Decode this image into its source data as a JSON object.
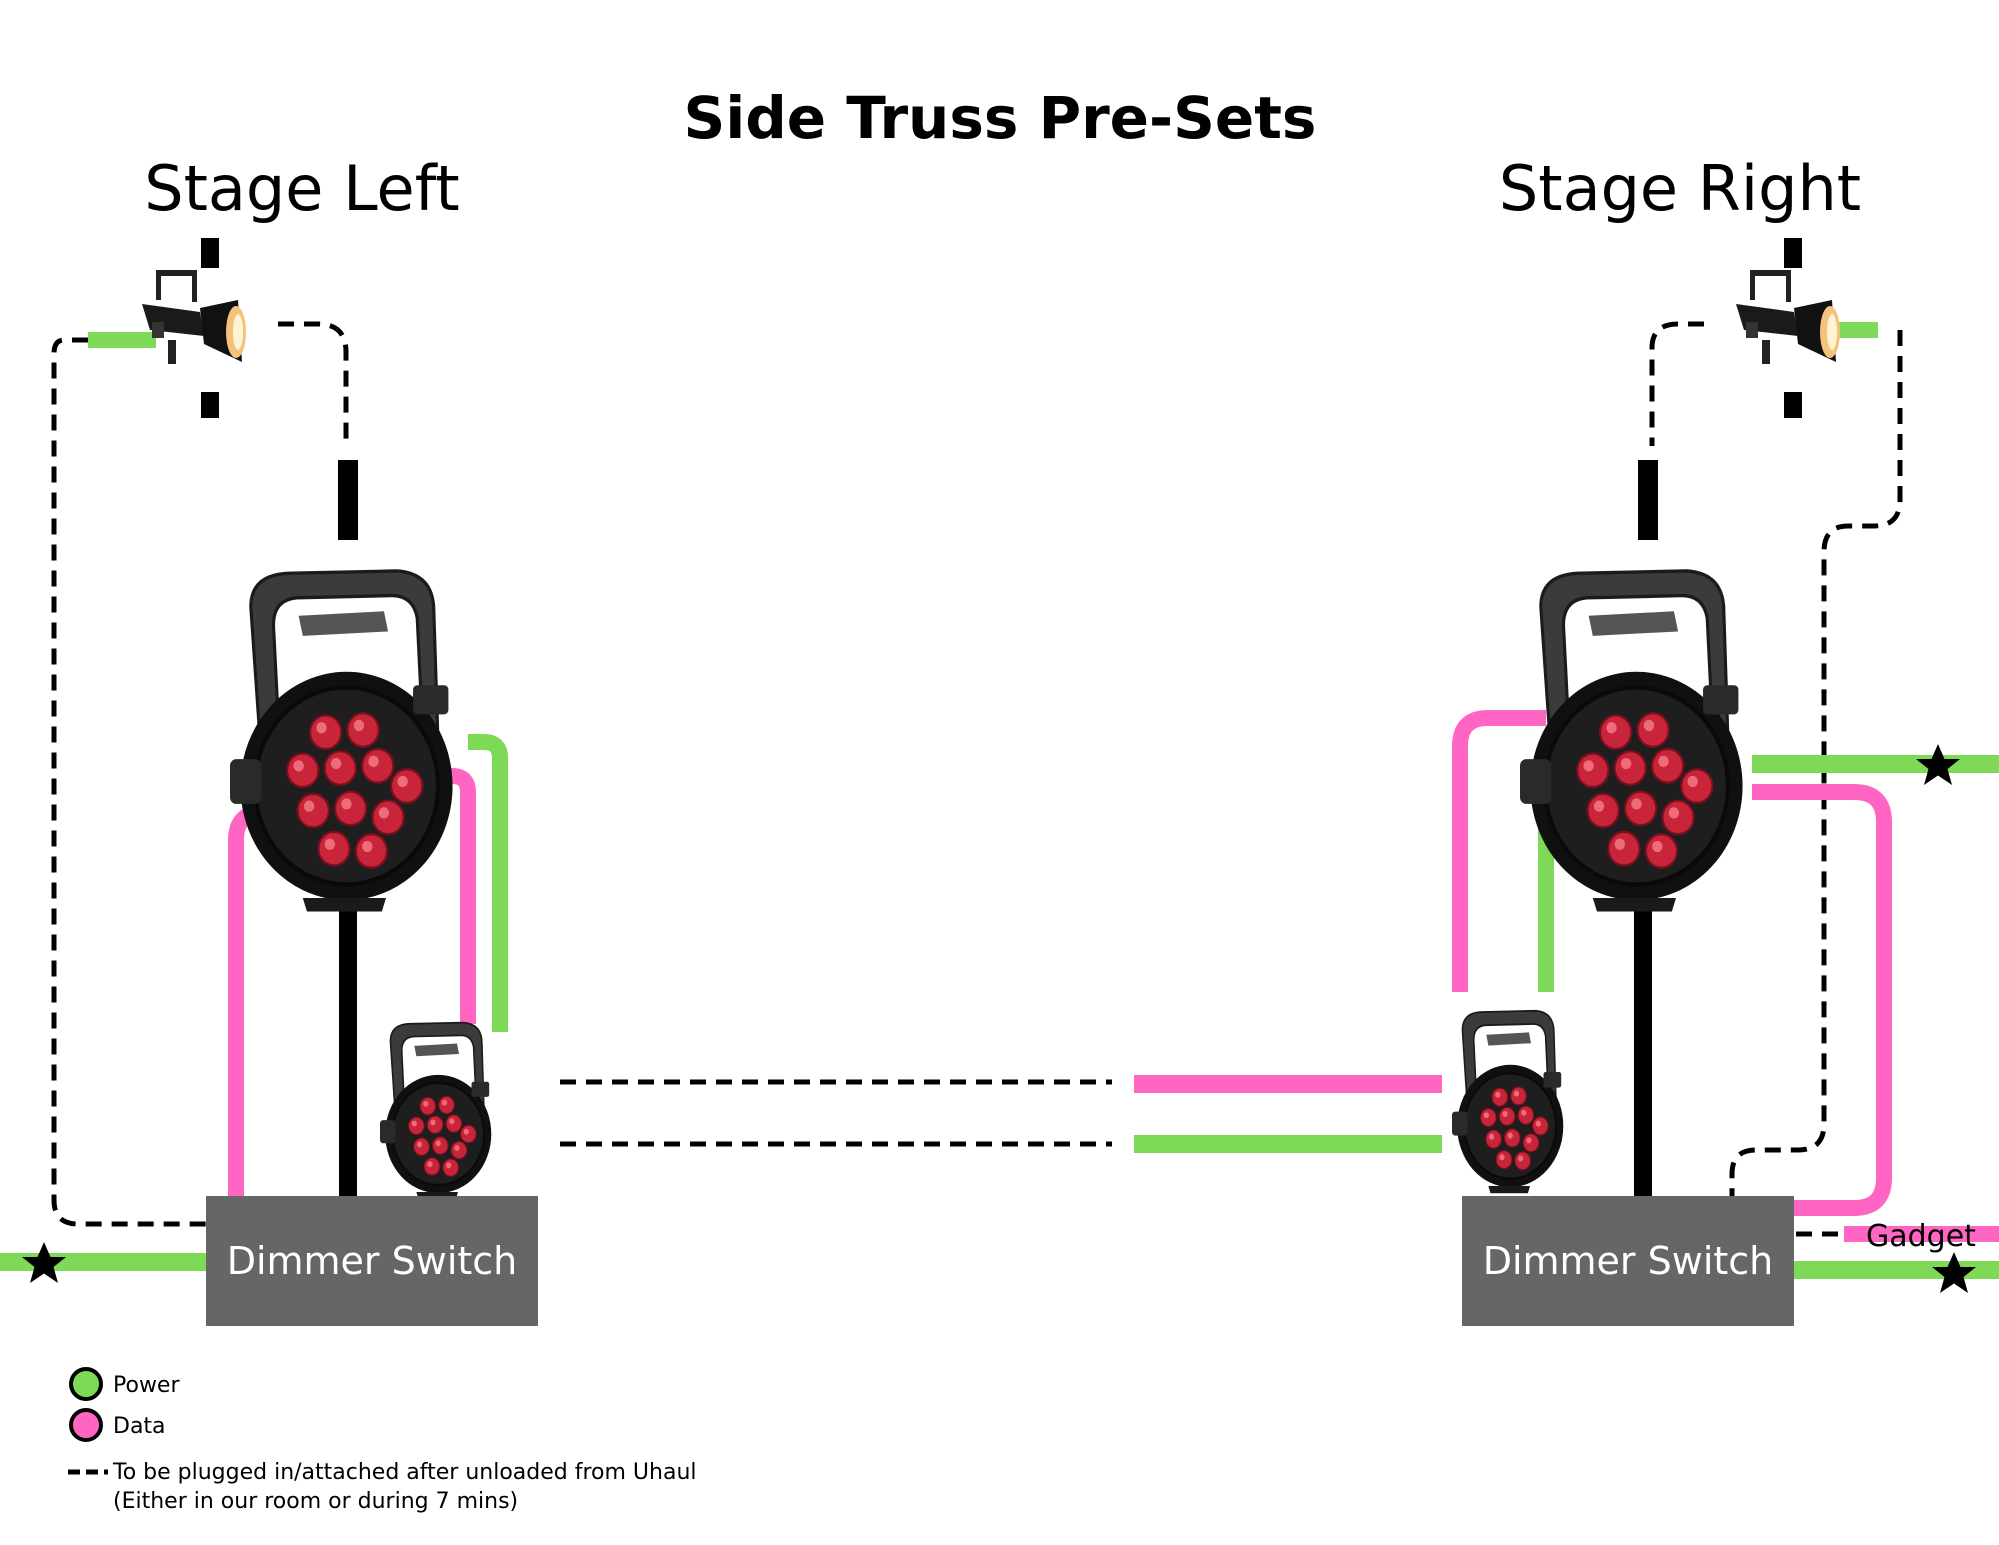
{
  "title": "Side Truss Pre-Sets",
  "sides": {
    "left": "Stage Left",
    "right": "Stage Right"
  },
  "dimmer": {
    "left_label": "Dimmer Switch",
    "right_label": "Dimmer Switch"
  },
  "gadget_label": "Gadget",
  "legend": {
    "power": "Power",
    "data": "Data",
    "dashed_line1": "To be plugged in/attached after unloaded from Uhaul",
    "dashed_line2": "(Either in our room or during 7 mins)"
  },
  "colors": {
    "power": "#7ed957",
    "data": "#ff66c4",
    "dimmer_box": "#666666",
    "cable": "#000000"
  },
  "icons": [
    "ellipsoidal-spotlight-icon",
    "led-par-light-icon",
    "star-icon"
  ]
}
